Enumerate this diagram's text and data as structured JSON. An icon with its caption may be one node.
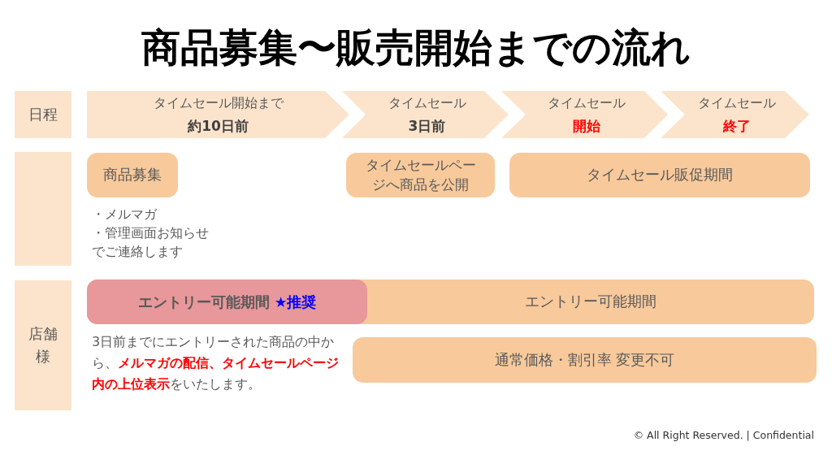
{
  "diagram": {
    "title": "商品募集〜販売開始までの流れ",
    "nodes": [
      {
        "text": [
          "日程"
        ]
      },
      {
        "text": [
          "タイムセール開始まで",
          "約10日前"
        ]
      },
      {
        "text": [
          "タイムセール",
          "3日前"
        ]
      },
      {
        "text": [
          "タイムセール",
          "開始"
        ]
      },
      {
        "text": [
          "タイムセール",
          "終了"
        ]
      },
      {
        "text": [],
        "shape": "box"
      },
      {
        "text": [
          "商品募集"
        ],
        "beside": [
          "・メルマガ",
          "・管理画面お知らせ",
          "でご連絡します"
        ]
      },
      {
        "text": [
          "タイムセールページへ商品を公開"
        ]
      },
      {
        "text": [
          "タイムセール販促期間"
        ]
      },
      {
        "text": [
          "店舗様"
        ]
      },
      {
        "text": [
          "エントリー可能期間",
          "★推奨"
        ],
        "beside": [
          "3日前までにエントリーされた商品の中から、**メルマガの配信、タイムセールページ内の上位表示**をいたします。"
        ]
      },
      {
        "text": [
          "エントリー可能期間"
        ]
      },
      {
        "text": [
          "通常価格・割引率 変更不可"
        ]
      }
    ],
    "labels": [
      "© All Right Reserved. | Confidential"
    ]
  }
}
